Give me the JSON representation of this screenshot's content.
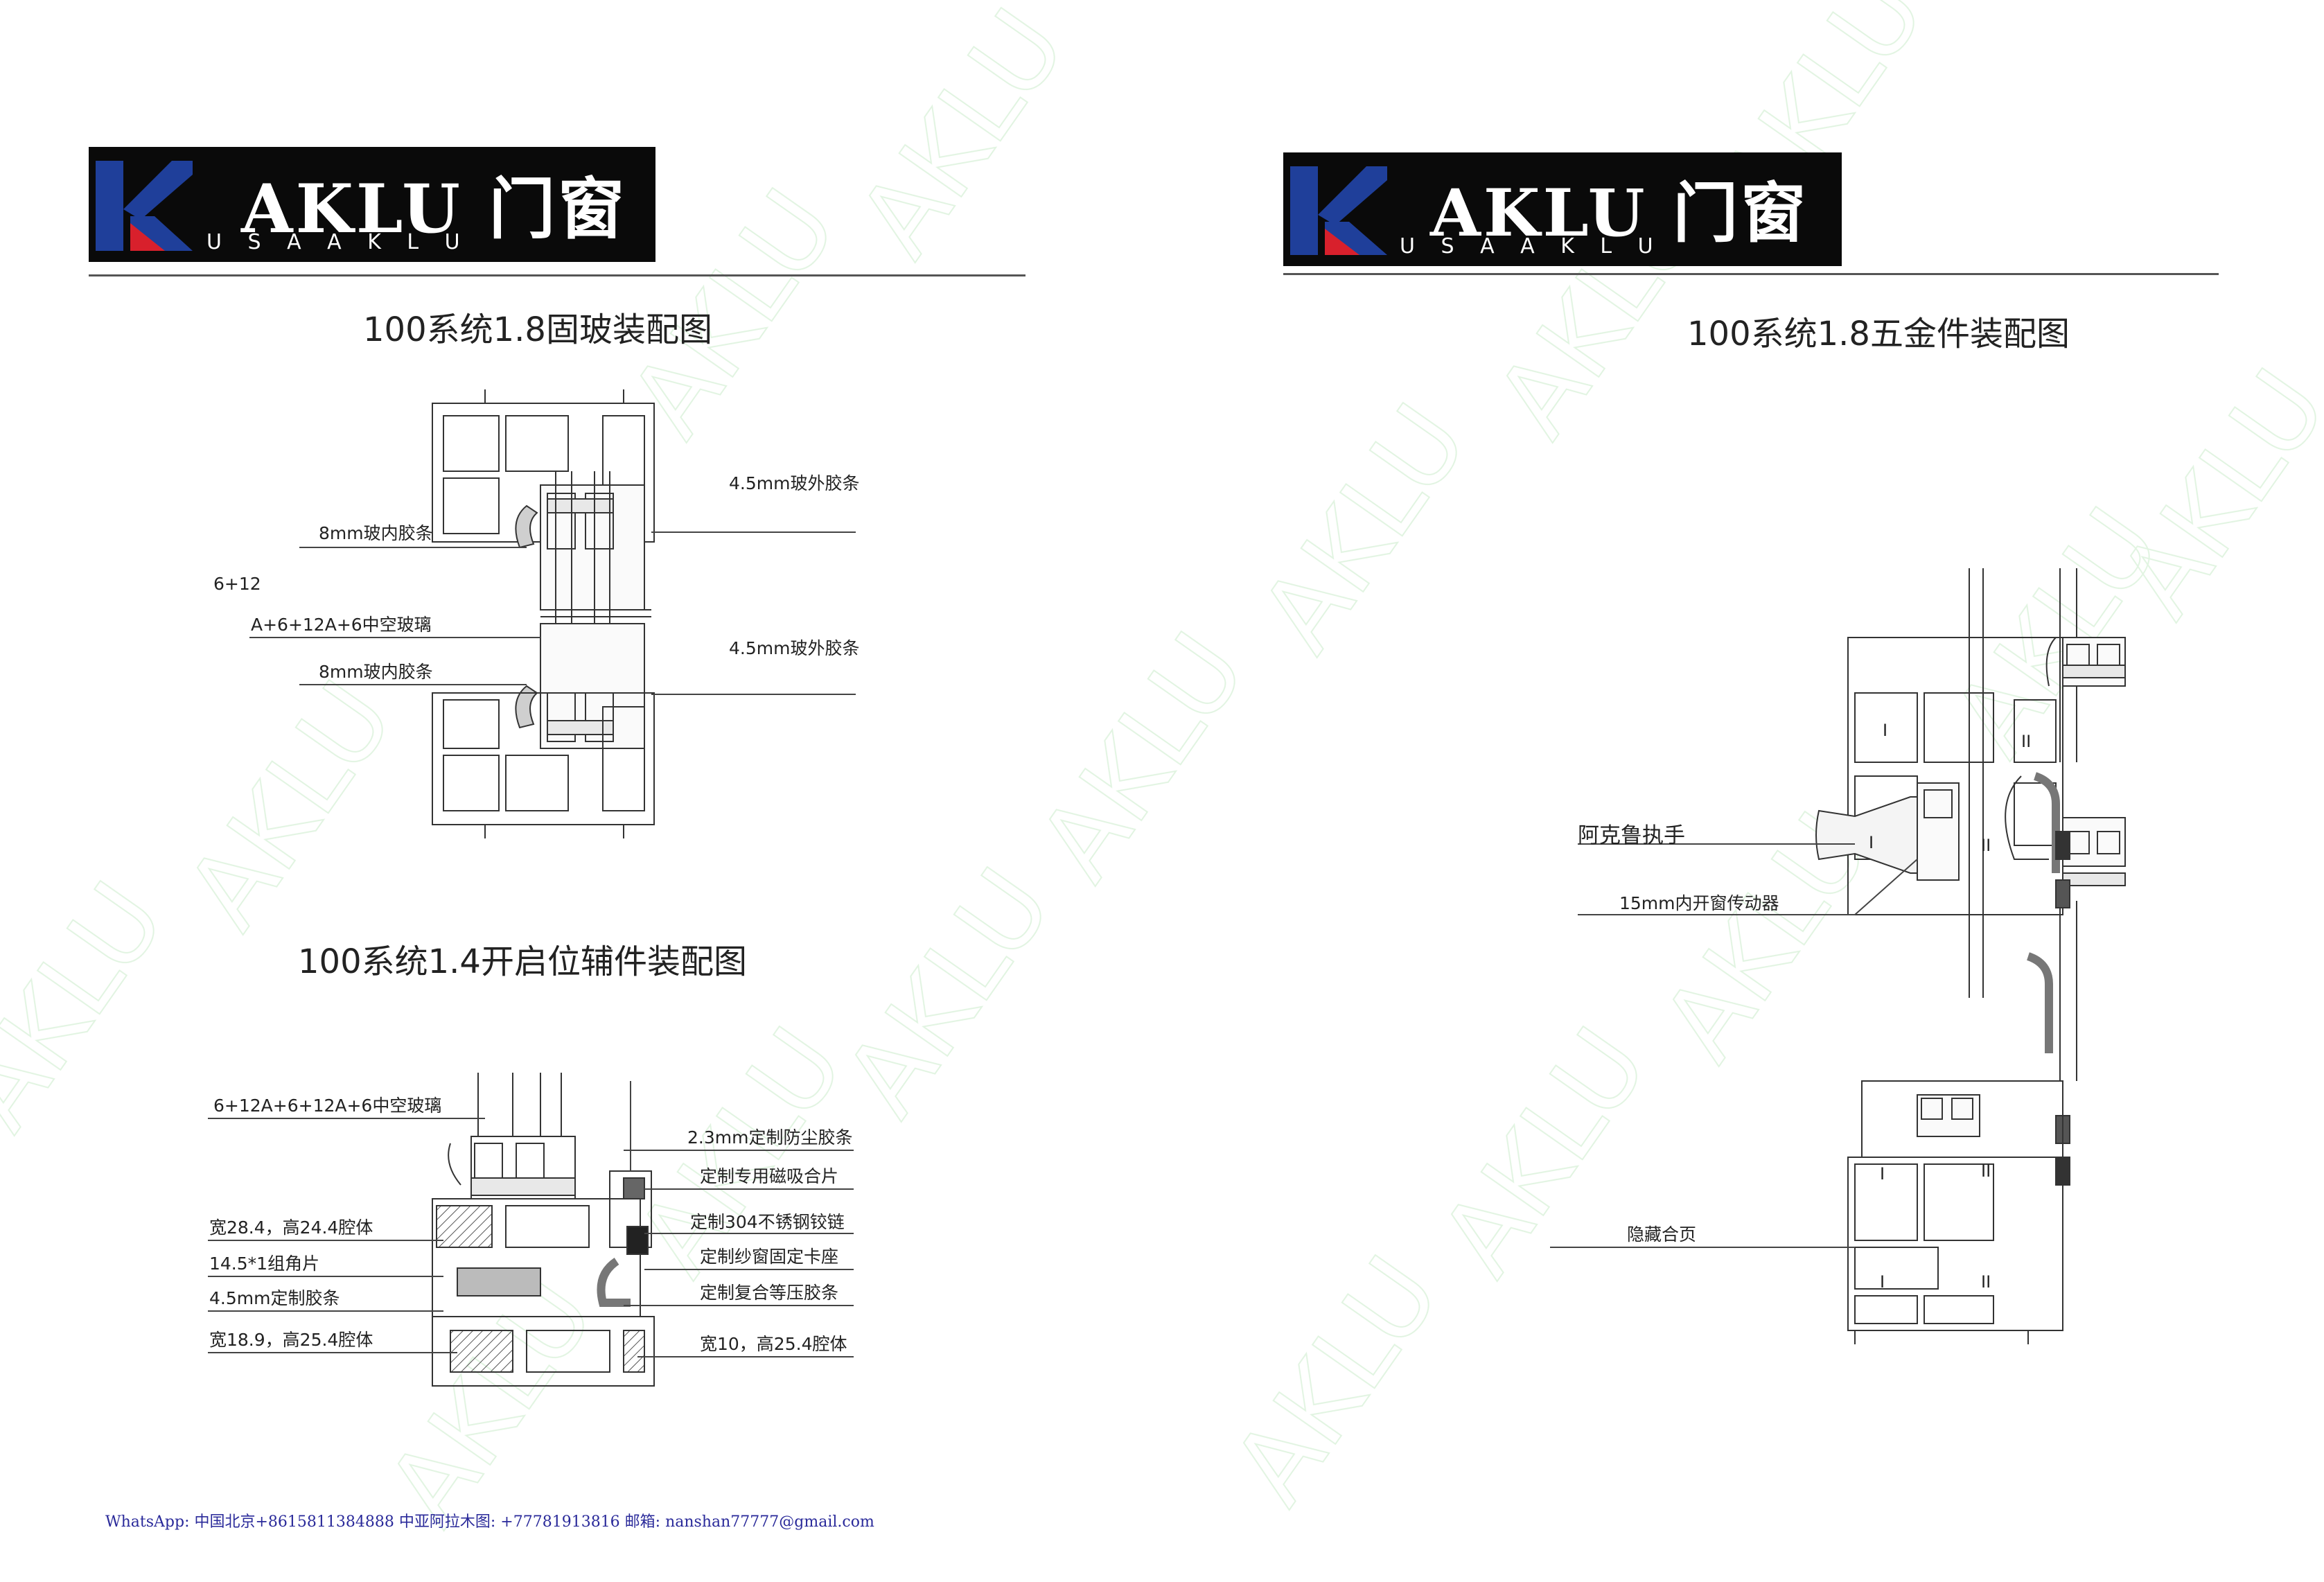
{
  "logo": {
    "brand": "AKLU 门窗",
    "sub": "U S A      A K L U"
  },
  "watermark": "AKLU",
  "left": {
    "title_top": "100系统1.8固玻装配图",
    "title_bottom": "100系统1.4开启位辅件装配图",
    "top_labels": {
      "outer_strip_1": "4.5mm玻外胶条",
      "inner_strip_1": "8mm玻内胶条",
      "six_twelve": "6+12",
      "glass": "A+6+12A+6中空玻璃",
      "outer_strip_2": "4.5mm玻外胶条",
      "inner_strip_2": "8mm玻内胶条"
    },
    "bottom_labels": {
      "glass": "6+12A+6+12A+6中空玻璃",
      "cavity_1": "宽28.4，高24.4腔体",
      "corner_piece": "14.5*1组角片",
      "custom_strip": "4.5mm定制胶条",
      "cavity_2": "宽18.9，高25.4腔体",
      "dust_strip": "2.3mm定制防尘胶条",
      "magnet": "定制专用磁吸合片",
      "hinge": "定制304不锈钢铰链",
      "screen_seat": "定制纱窗固定卡座",
      "pressure_strip": "定制复合等压胶条",
      "cavity_3": "宽10，高25.4腔体"
    }
  },
  "right": {
    "title": "100系统1.8五金件装配图",
    "labels": {
      "handle": "阿克鲁执手",
      "actuator": "15mm内开窗传动器",
      "hidden_hinge": "隐藏合页",
      "mark_I": "I",
      "mark_II": "II"
    }
  },
  "footer": "WhatsApp: 中国北京+8615811384888 中亚阿拉木图: +77781913816 邮箱: nanshan77777@gmail.com"
}
